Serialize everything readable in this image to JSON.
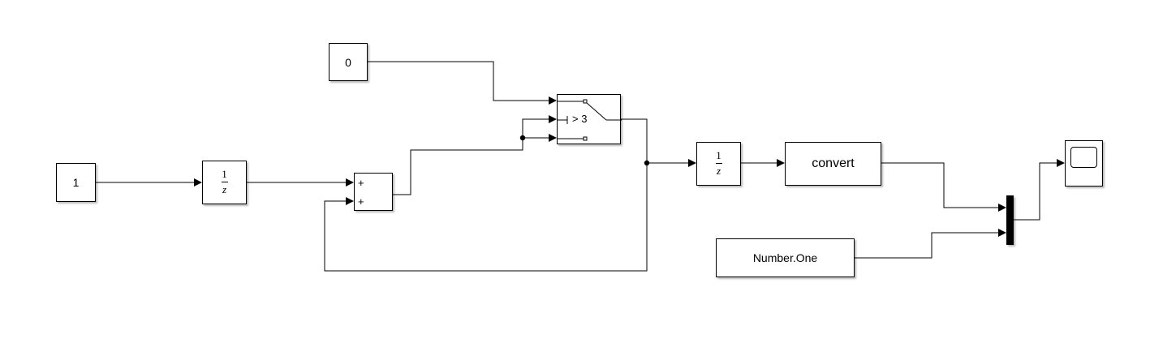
{
  "blocks": {
    "const_one": {
      "label": "1"
    },
    "const_zero": {
      "label": "0"
    },
    "delay1": {
      "numerator": "1",
      "denominator": "z"
    },
    "sum": {
      "sign1": "+",
      "sign2": "+"
    },
    "switch": {
      "criteria": "> 3"
    },
    "delay2": {
      "numerator": "1",
      "denominator": "z"
    },
    "convert": {
      "label": "convert"
    },
    "enum_const": {
      "label": "Number.One"
    },
    "mux": {
      "label": ""
    },
    "scope": {
      "label": ""
    }
  },
  "colors": {
    "line": "#000000",
    "block_border": "#000000",
    "background": "#ffffff"
  }
}
